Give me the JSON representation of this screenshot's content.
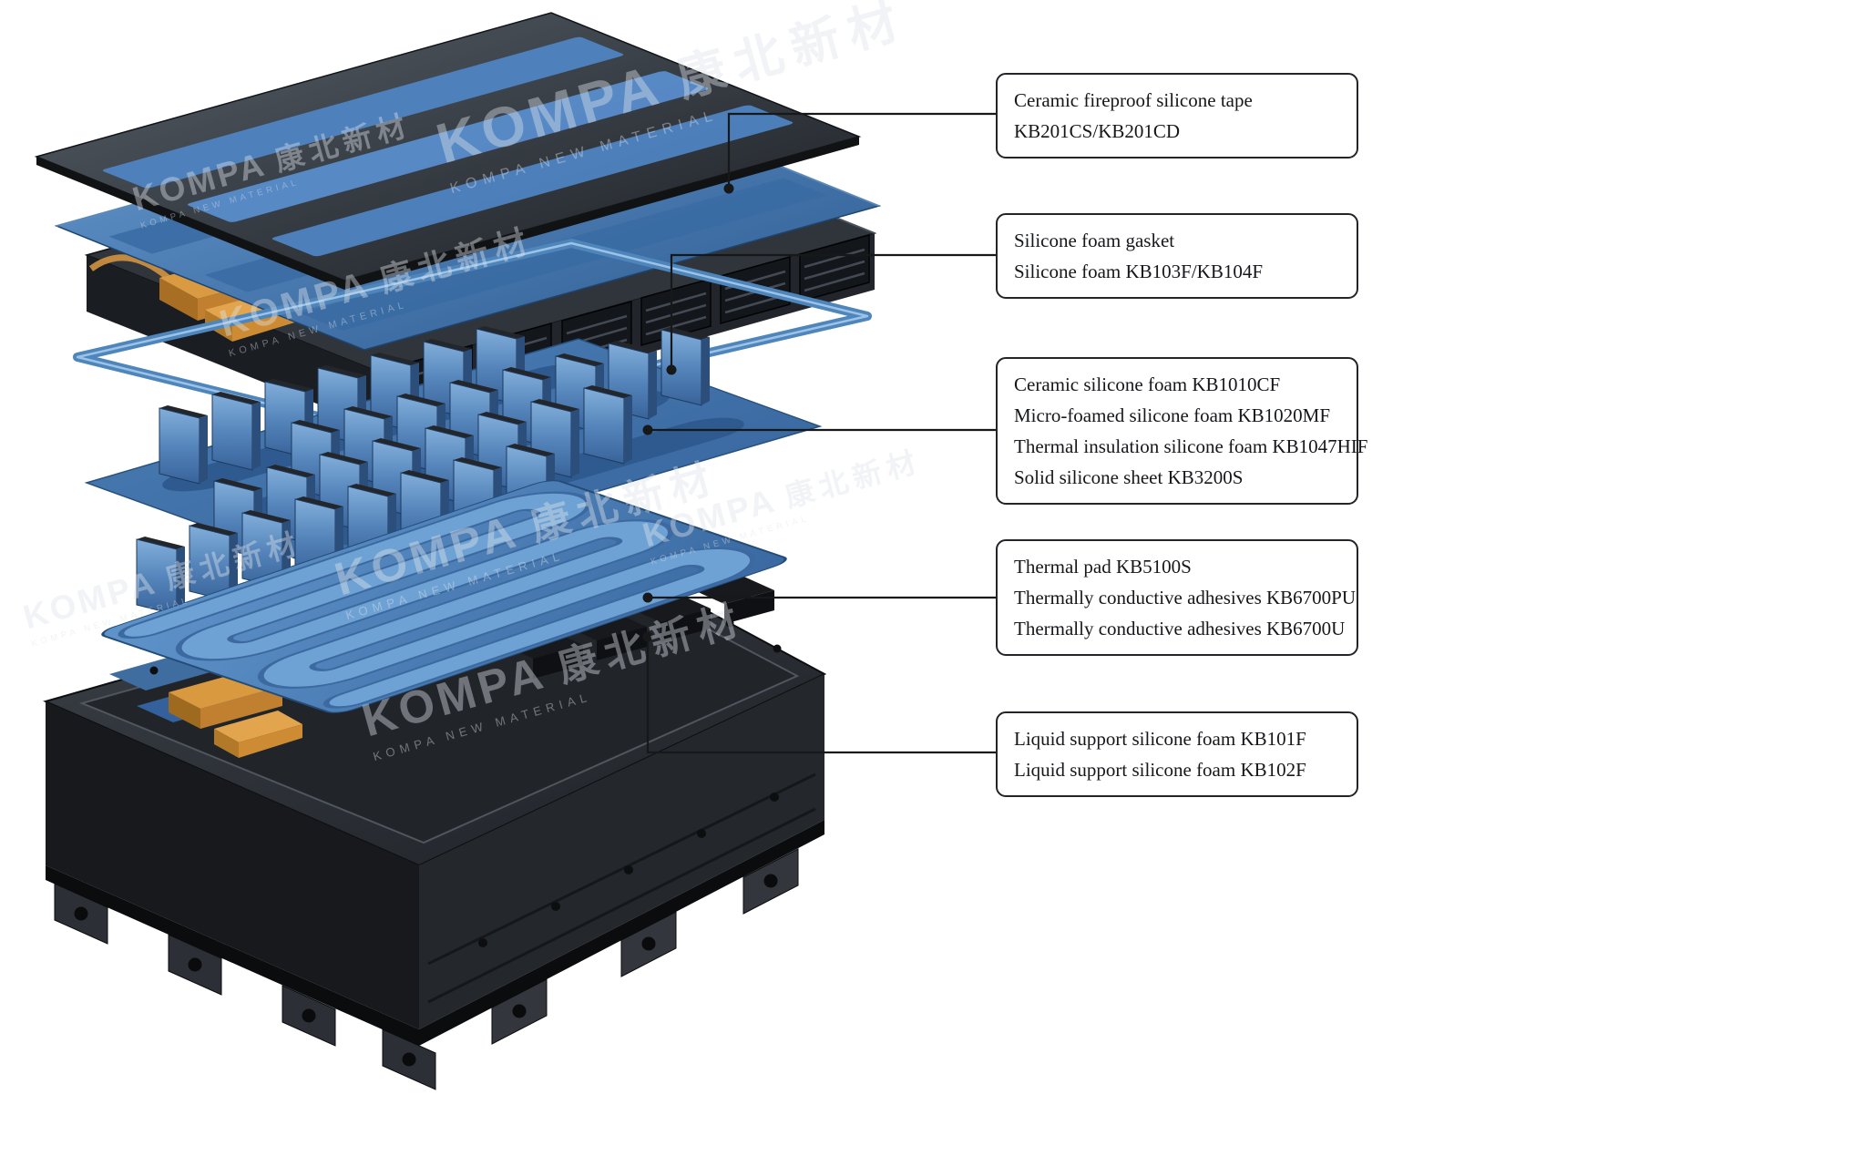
{
  "watermark": {
    "brand": "KOMPA",
    "cjk": "康北新材",
    "subtitle": "KOMPA NEW MATERIAL"
  },
  "callouts": [
    {
      "lines": [
        "Ceramic fireproof silicone tape",
        "KB201CS/KB201CD"
      ]
    },
    {
      "lines": [
        "Silicone foam gasket",
        "Silicone foam KB103F/KB104F"
      ]
    },
    {
      "lines": [
        "Ceramic silicone foam KB1010CF",
        "Micro-foamed silicone foam KB1020MF",
        "Thermal insulation silicone foam KB1047HIF",
        "Solid silicone sheet KB3200S"
      ]
    },
    {
      "lines": [
        "Thermal pad KB5100S",
        "Thermally conductive adhesives KB6700PU",
        "Thermally conductive adhesives KB6700U"
      ]
    },
    {
      "lines": [
        "Liquid support silicone foam KB101F",
        "Liquid support silicone foam KB102F"
      ]
    }
  ],
  "colors": {
    "tape_blue": "#4f86c6",
    "foam_sheet_blue": "#4c80ba",
    "gasket_blue": "#4e86bb",
    "cooling_plate_blue": "#4d80b4",
    "cover_dark": "#343a41",
    "tray_dark": "#24272b",
    "connector_orange": "#d8993f",
    "leader_line": "#17181a",
    "background": "#ffffff"
  }
}
